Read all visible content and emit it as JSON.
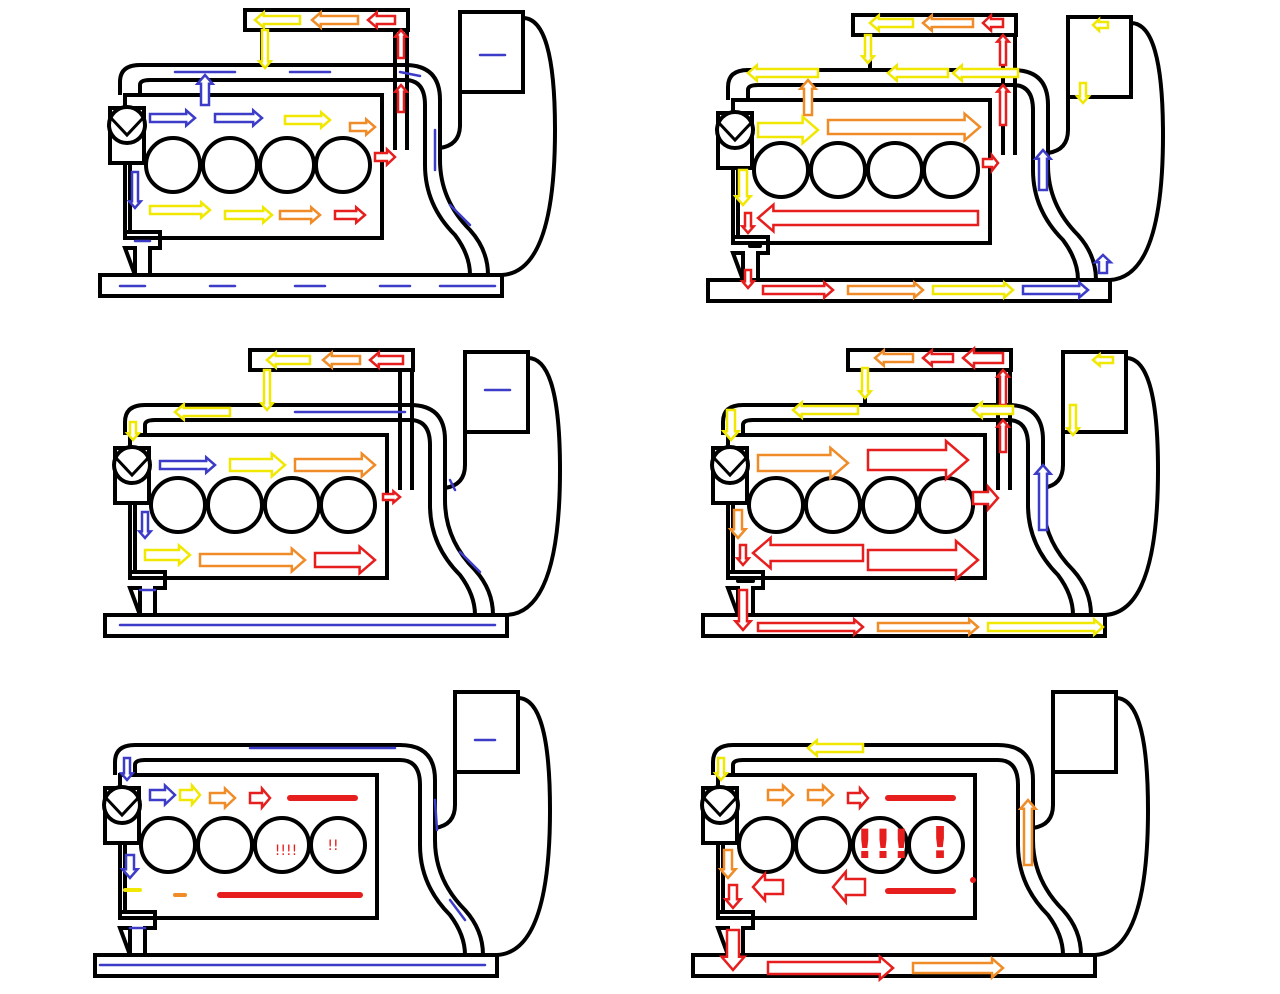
{
  "colors": {
    "outline": "#000000",
    "cold": "#3c3cc8",
    "warm": "#f0e800",
    "hot": "#f08c28",
    "very_hot": "#e61e1e"
  },
  "panels": [
    {
      "id": "cold-start",
      "has_radiator": true
    },
    {
      "id": "warm-full-flow",
      "has_radiator": true
    },
    {
      "id": "warming-up",
      "has_radiator": true
    },
    {
      "id": "hot-full-flow",
      "has_radiator": true
    },
    {
      "id": "no-radiator-cold",
      "has_radiator": false,
      "warnings": [
        "!!!!",
        "!!"
      ]
    },
    {
      "id": "no-radiator-hot",
      "has_radiator": false,
      "warnings": [
        "!!!",
        "!"
      ]
    }
  ]
}
